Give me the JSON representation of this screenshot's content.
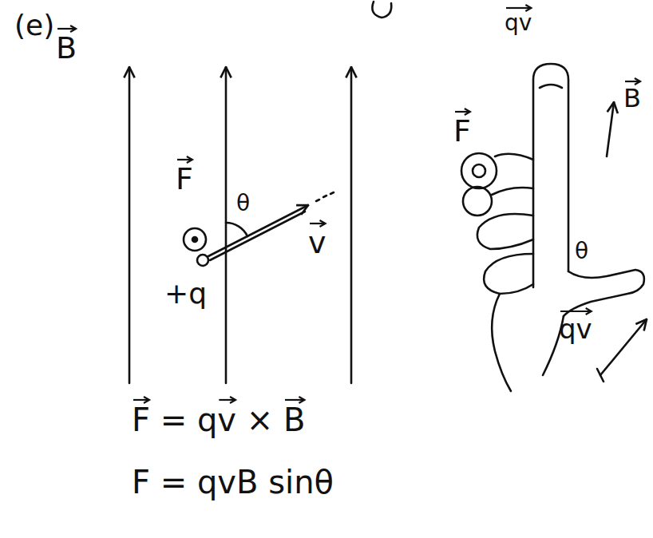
{
  "diagram": {
    "labels": [
      "(e)",
      "B",
      "qv",
      "F",
      "θ",
      "v",
      "+q",
      "B",
      "F",
      "θ",
      "qv",
      "F = qv × B",
      "F = qvB sinθ"
    ]
  }
}
